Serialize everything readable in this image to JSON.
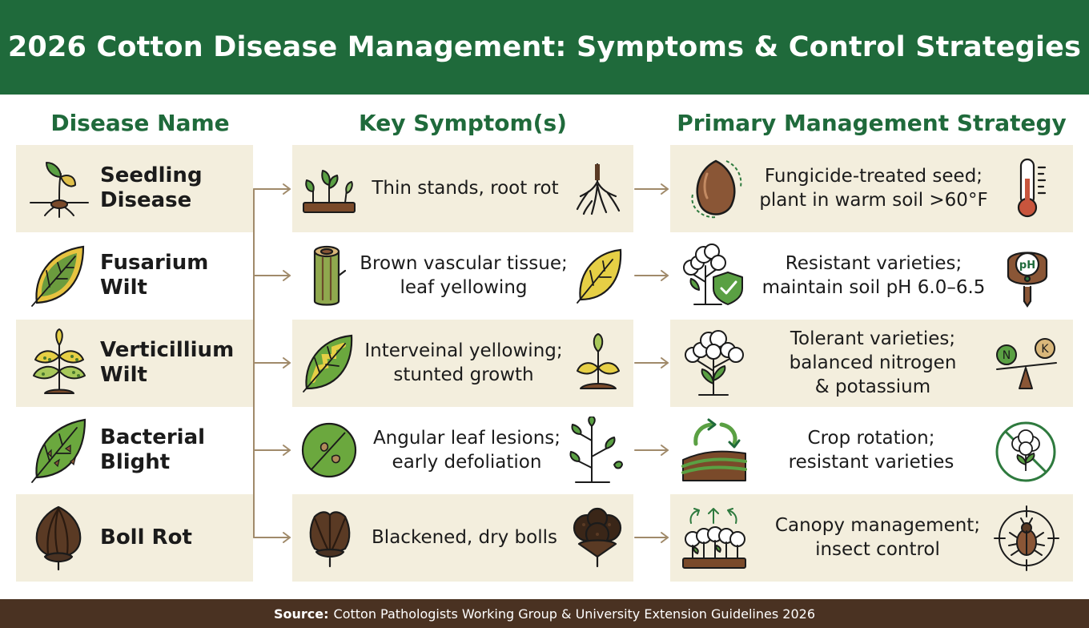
{
  "title": "2026 Cotton Disease Management: Symptoms & Control Strategies",
  "columns": {
    "disease": "Disease Name",
    "symptom": "Key Symptom(s)",
    "management": "Primary Management Strategy"
  },
  "rows": [
    {
      "disease": [
        "Seedling",
        "Disease"
      ],
      "symptom": [
        "Thin stands, root rot"
      ],
      "management": [
        "Fungicide-treated seed;",
        "plant in warm soil >60°F"
      ],
      "icons": [
        "seedling-disease-icon",
        "seedling-sprouts-icon",
        "rotting-roots-icon",
        "treated-seed-icon",
        "soil-thermometer-icon"
      ]
    },
    {
      "disease": [
        "Fusarium",
        "Wilt"
      ],
      "symptom": [
        "Brown vascular tissue;",
        "leaf yellowing"
      ],
      "management": [
        "Resistant varieties;",
        "maintain soil pH 6.0–6.5"
      ],
      "icons": [
        "yellowing-leaf-icon",
        "stem-cross-section-icon",
        "yellow-leaf-icon",
        "cotton-plant-shield-icon",
        "ph-meter-icon"
      ]
    },
    {
      "disease": [
        "Verticillium",
        "Wilt"
      ],
      "symptom": [
        "Interveinal yellowing;",
        "stunted growth"
      ],
      "management": [
        "Tolerant varieties;",
        "balanced nitrogen",
        "& potassium"
      ],
      "icons": [
        "spotted-plant-icon",
        "interveinal-leaf-icon",
        "stunted-plant-icon",
        "cotton-plant-icon",
        "nk-balance-icon"
      ]
    },
    {
      "disease": [
        "Bacterial",
        "Blight"
      ],
      "symptom": [
        "Angular leaf lesions;",
        "early defoliation"
      ],
      "management": [
        "Crop rotation;",
        "resistant varieties"
      ],
      "icons": [
        "lesioned-leaf-icon",
        "leaf-lesion-circle-icon",
        "defoliating-plant-icon",
        "crop-rotation-field-icon",
        "resistant-cotton-badge-icon"
      ]
    },
    {
      "disease": [
        "Boll Rot"
      ],
      "symptom": [
        "Blackened, dry bolls"
      ],
      "management": [
        "Canopy management;",
        "insect control"
      ],
      "icons": [
        "rotten-boll-icon",
        "dark-boll-icon",
        "dry-boll-icon",
        "canopy-airflow-icon",
        "insect-target-icon"
      ]
    }
  ],
  "footer": {
    "label": "Source:",
    "text": "Cotton Pathologists Working Group & University Extension Guidelines 2026"
  },
  "colors": {
    "header": "#1f6a3b",
    "beige": "#f3eedd",
    "footer": "#4a3222",
    "arrow": "#a08a6a"
  }
}
